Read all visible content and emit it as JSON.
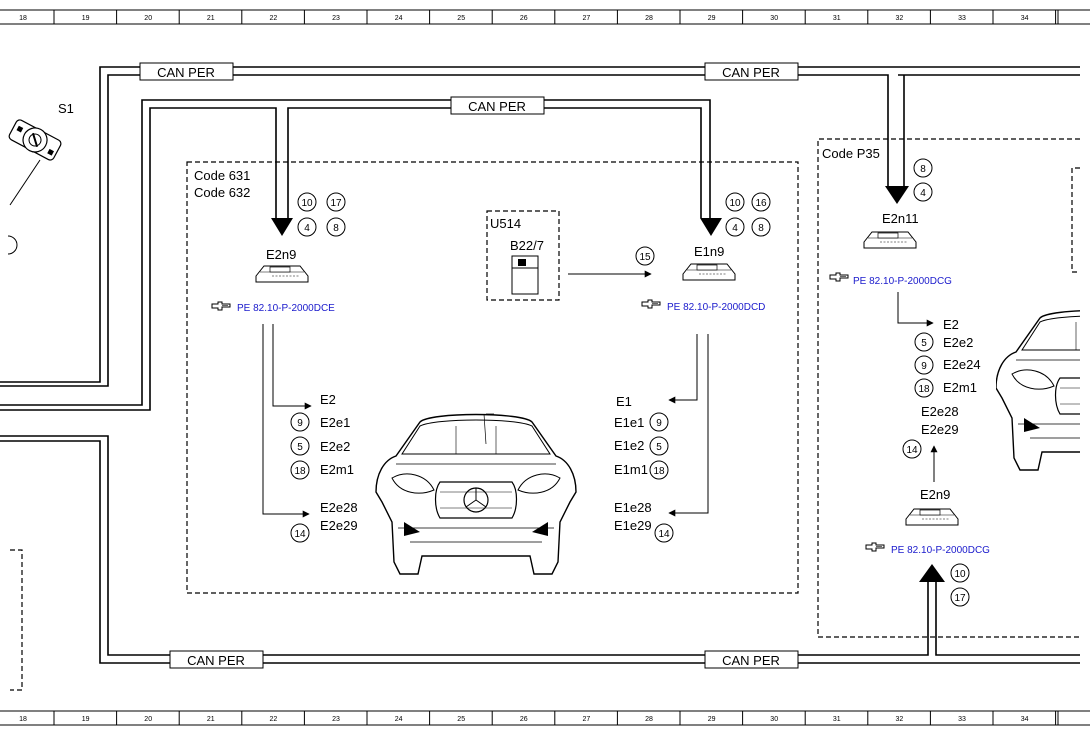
{
  "ruler": [
    "18",
    "19",
    "20",
    "21",
    "22",
    "23",
    "24",
    "25",
    "26",
    "27",
    "28",
    "29",
    "30",
    "31",
    "32",
    "33",
    "34"
  ],
  "bus": {
    "top_left": "CAN PER",
    "top_right": "CAN PER",
    "middle": "CAN PER",
    "bottom_left": "CAN PER",
    "bottom_right": "CAN PER"
  },
  "switch": {
    "label": "S1"
  },
  "box_left": {
    "code1": "Code 631",
    "code2": "Code 632"
  },
  "box_right": {
    "code": "Code P35"
  },
  "u514": {
    "label": "U514",
    "sensor": "B22/7",
    "conn": "15"
  },
  "e2n9_left": {
    "label": "E2n9",
    "pins": [
      "10",
      "17",
      "4",
      "8"
    ],
    "ref": "PE 82.10-P-2000DCE",
    "outputs": [
      {
        "name": "E2",
        "num": ""
      },
      {
        "name": "E2e1",
        "num": "9"
      },
      {
        "name": "E2e2",
        "num": "5"
      },
      {
        "name": "E2m1",
        "num": "18"
      },
      {
        "name": "E2e28",
        "num": ""
      },
      {
        "name": "E2e29",
        "num": "14"
      }
    ]
  },
  "e1n9": {
    "label": "E1n9",
    "pins": [
      "10",
      "16",
      "4",
      "8"
    ],
    "ref": "PE 82.10-P-2000DCD",
    "outputs": [
      {
        "name": "E1",
        "num": ""
      },
      {
        "name": "E1e1",
        "num": "9"
      },
      {
        "name": "E1e2",
        "num": "5"
      },
      {
        "name": "E1m1",
        "num": "18"
      },
      {
        "name": "E1e28",
        "num": ""
      },
      {
        "name": "E1e29",
        "num": "14"
      }
    ]
  },
  "e2n11": {
    "label": "E2n11",
    "pins": [
      "8",
      "4"
    ],
    "ref": "PE 82.10-P-2000DCG",
    "outputs": [
      {
        "name": "E2",
        "num": ""
      },
      {
        "name": "E2e2",
        "num": "5"
      },
      {
        "name": "E2e24",
        "num": "9"
      },
      {
        "name": "E2m1",
        "num": "18"
      },
      {
        "name": "E2e28",
        "num": ""
      },
      {
        "name": "E2e29",
        "num": "14"
      }
    ]
  },
  "e2n9_right": {
    "label": "E2n9",
    "pins": [
      "10",
      "17"
    ],
    "ref": "PE 82.10-P-2000DCG"
  },
  "icons": {
    "reference": "pointing-hand-icon",
    "module": "control-module-icon",
    "switch": "light-switch-icon",
    "car": "car-front-icon"
  }
}
